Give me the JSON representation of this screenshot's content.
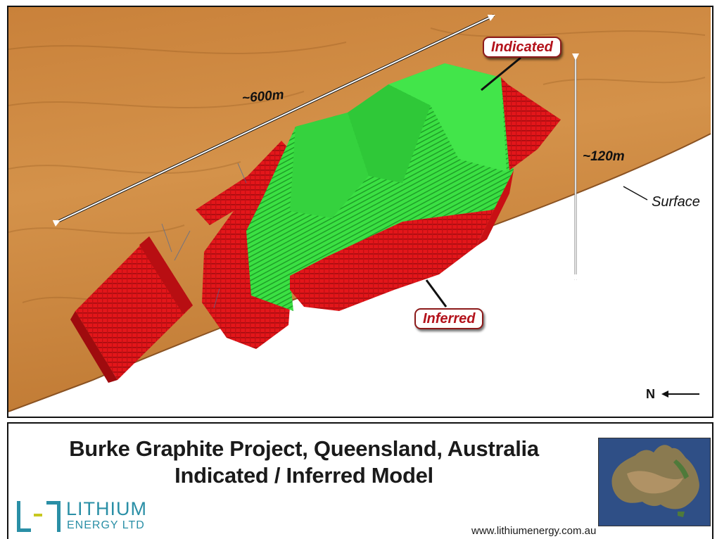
{
  "model_view": {
    "dimension_length": "~600m",
    "dimension_depth": "~120m",
    "surface_label": "Surface",
    "indicated_label": "Indicated",
    "inferred_label": "Inferred",
    "north_label": "N",
    "colors": {
      "terrain": "#cf8a3a",
      "indicated": "#2ed63a",
      "inferred": "#e01818"
    }
  },
  "footer": {
    "title_line1": "Burke Graphite Project, Queensland, Australia",
    "title_line2": "Indicated / Inferred Model",
    "company_name": "LITHIUM",
    "company_sub": "ENERGY LTD",
    "website": "www.lithiumenergy.com.au",
    "brand_color": "#2a8fa6",
    "map_icon": "australia-map-icon",
    "logo_icon": "lithium-energy-logo-icon"
  }
}
